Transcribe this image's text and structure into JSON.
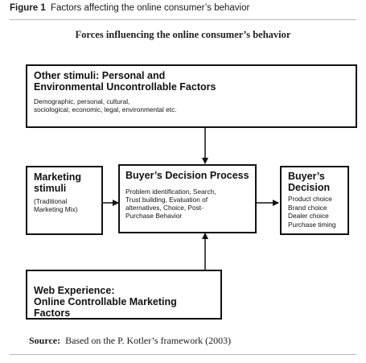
{
  "caption": {
    "figure_label": "Figure 1",
    "text": "Factors affecting the online consumer’s behavior"
  },
  "diagram": {
    "title": "Forces influencing the online consumer’s behavior",
    "other_stimuli": {
      "title_line1": "Other stimuli: Personal and",
      "title_line2": "Environmental Uncontrollable Factors",
      "body_line1": "Demographic, personal, cultural,",
      "body_line2": "sociological, economic, legal, environmental etc."
    },
    "marketing_stimuli": {
      "title_line1": "Marketing",
      "title_line2": "stimuli",
      "body_line1": "(Traditional",
      "body_line2": "Marketing Mix)"
    },
    "decision_process": {
      "title": "Buyer’s  Decision Process",
      "body_line1": "Problem identification, Search,",
      "body_line2": "Trust building, Evaluation of",
      "body_line3": "alternatives, Choice, Post-",
      "body_line4": "Purchase Behavior"
    },
    "buyers_decision": {
      "title_line1": "Buyer’s",
      "title_line2": "Decision",
      "items": [
        "Product choice",
        "Brand choice",
        "Dealer choice",
        "Purchase timing"
      ]
    },
    "web_experience": {
      "title_line1": "Web Experience:",
      "title_line2": "Online Controllable Marketing Factors"
    }
  },
  "source": {
    "label": "Source:",
    "text": "Based on the P. Kotler’s framework (2003)"
  }
}
